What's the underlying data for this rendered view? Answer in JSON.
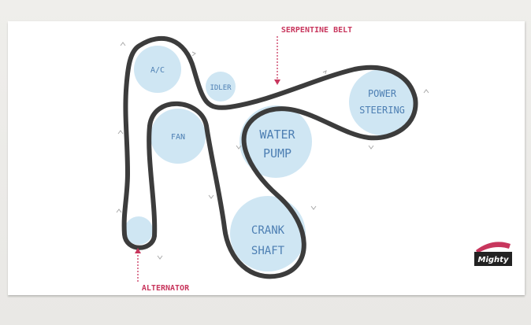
{
  "colors": {
    "pulley_fill": "#cfe6f3",
    "belt": "#3c3c3c",
    "pulley_text": "#4d7fb3",
    "callout": "#c8365d"
  },
  "pulleys": {
    "ac": "A/C",
    "idler": "IDLER",
    "power_steering_line1": "POWER",
    "power_steering_line2": "STEERING",
    "fan": "FAN",
    "water_pump_line1": "WATER",
    "water_pump_line2": "PUMP",
    "crank_shaft_line1": "CRANK",
    "crank_shaft_line2": "SHAFT"
  },
  "callouts": {
    "serpentine_belt": "SERPENTINE BELT",
    "alternator": "ALTERNATOR"
  },
  "logo": {
    "text": "Mighty",
    "icon": "mighty-logo-icon"
  }
}
